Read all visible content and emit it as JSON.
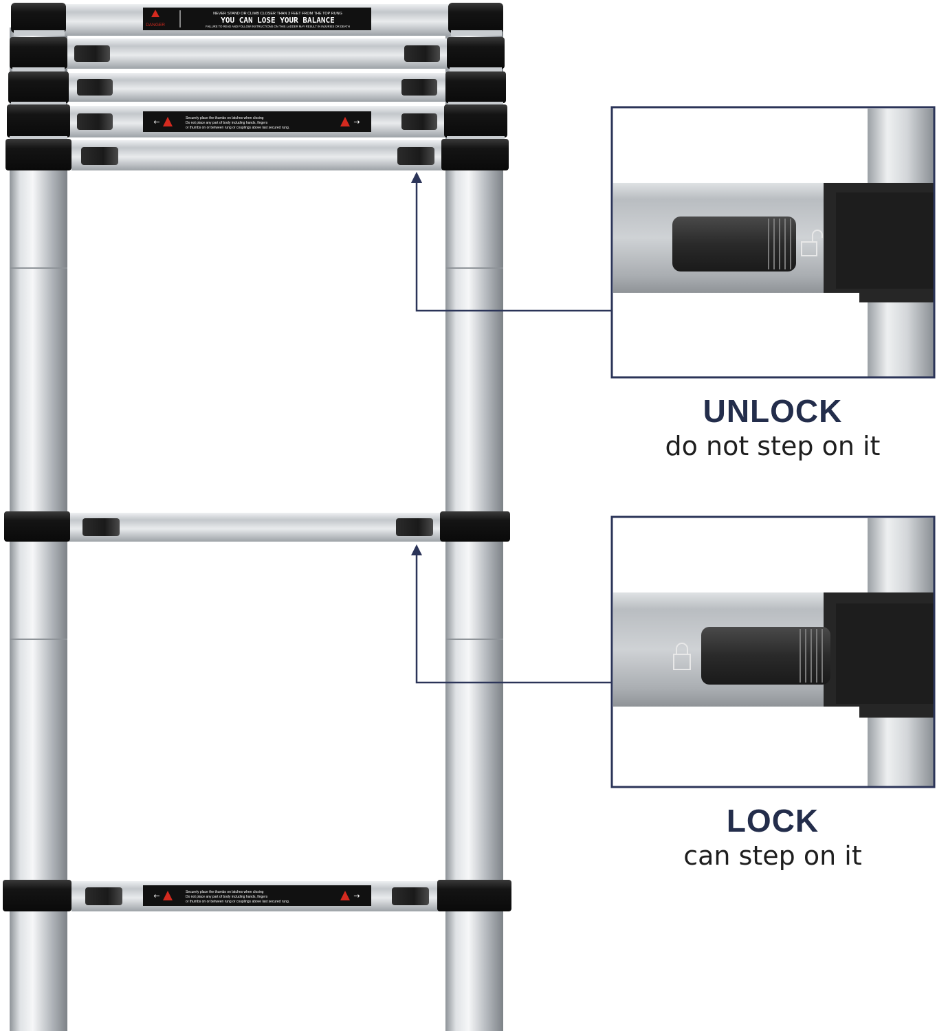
{
  "colors": {
    "accent_navy": "#2b3458",
    "danger_red": "#d42a1f",
    "coupling_black": "#1b1b1b",
    "aluminium": "#c9cdd2"
  },
  "top_sticker": {
    "badge": "DANGER",
    "line1": "NEVER STAND OR CLIMB CLOSER THAN 3 FEET FROM THE TOP RUNG",
    "headline": "YOU CAN LOSE YOUR BALANCE",
    "line3": "FAILURE TO READ AND FOLLOW INSTRUCTIONS ON THIS LADDER MAY RESULT IN INJURIES OR DEATH"
  },
  "rung_sticker": {
    "line1": "Securely place the thumbs on latches when closing",
    "line2": "Do not place any part of body including hands, fingers",
    "line3": "or thumbs on or between rung or couplings above last secured rung."
  },
  "callouts": [
    {
      "title": "UNLOCK",
      "subtitle": "do not step on it",
      "state": "unlocked",
      "icon": "open-padlock-icon"
    },
    {
      "title": "LOCK",
      "subtitle": "can step on it",
      "state": "locked",
      "icon": "closed-padlock-icon"
    }
  ]
}
